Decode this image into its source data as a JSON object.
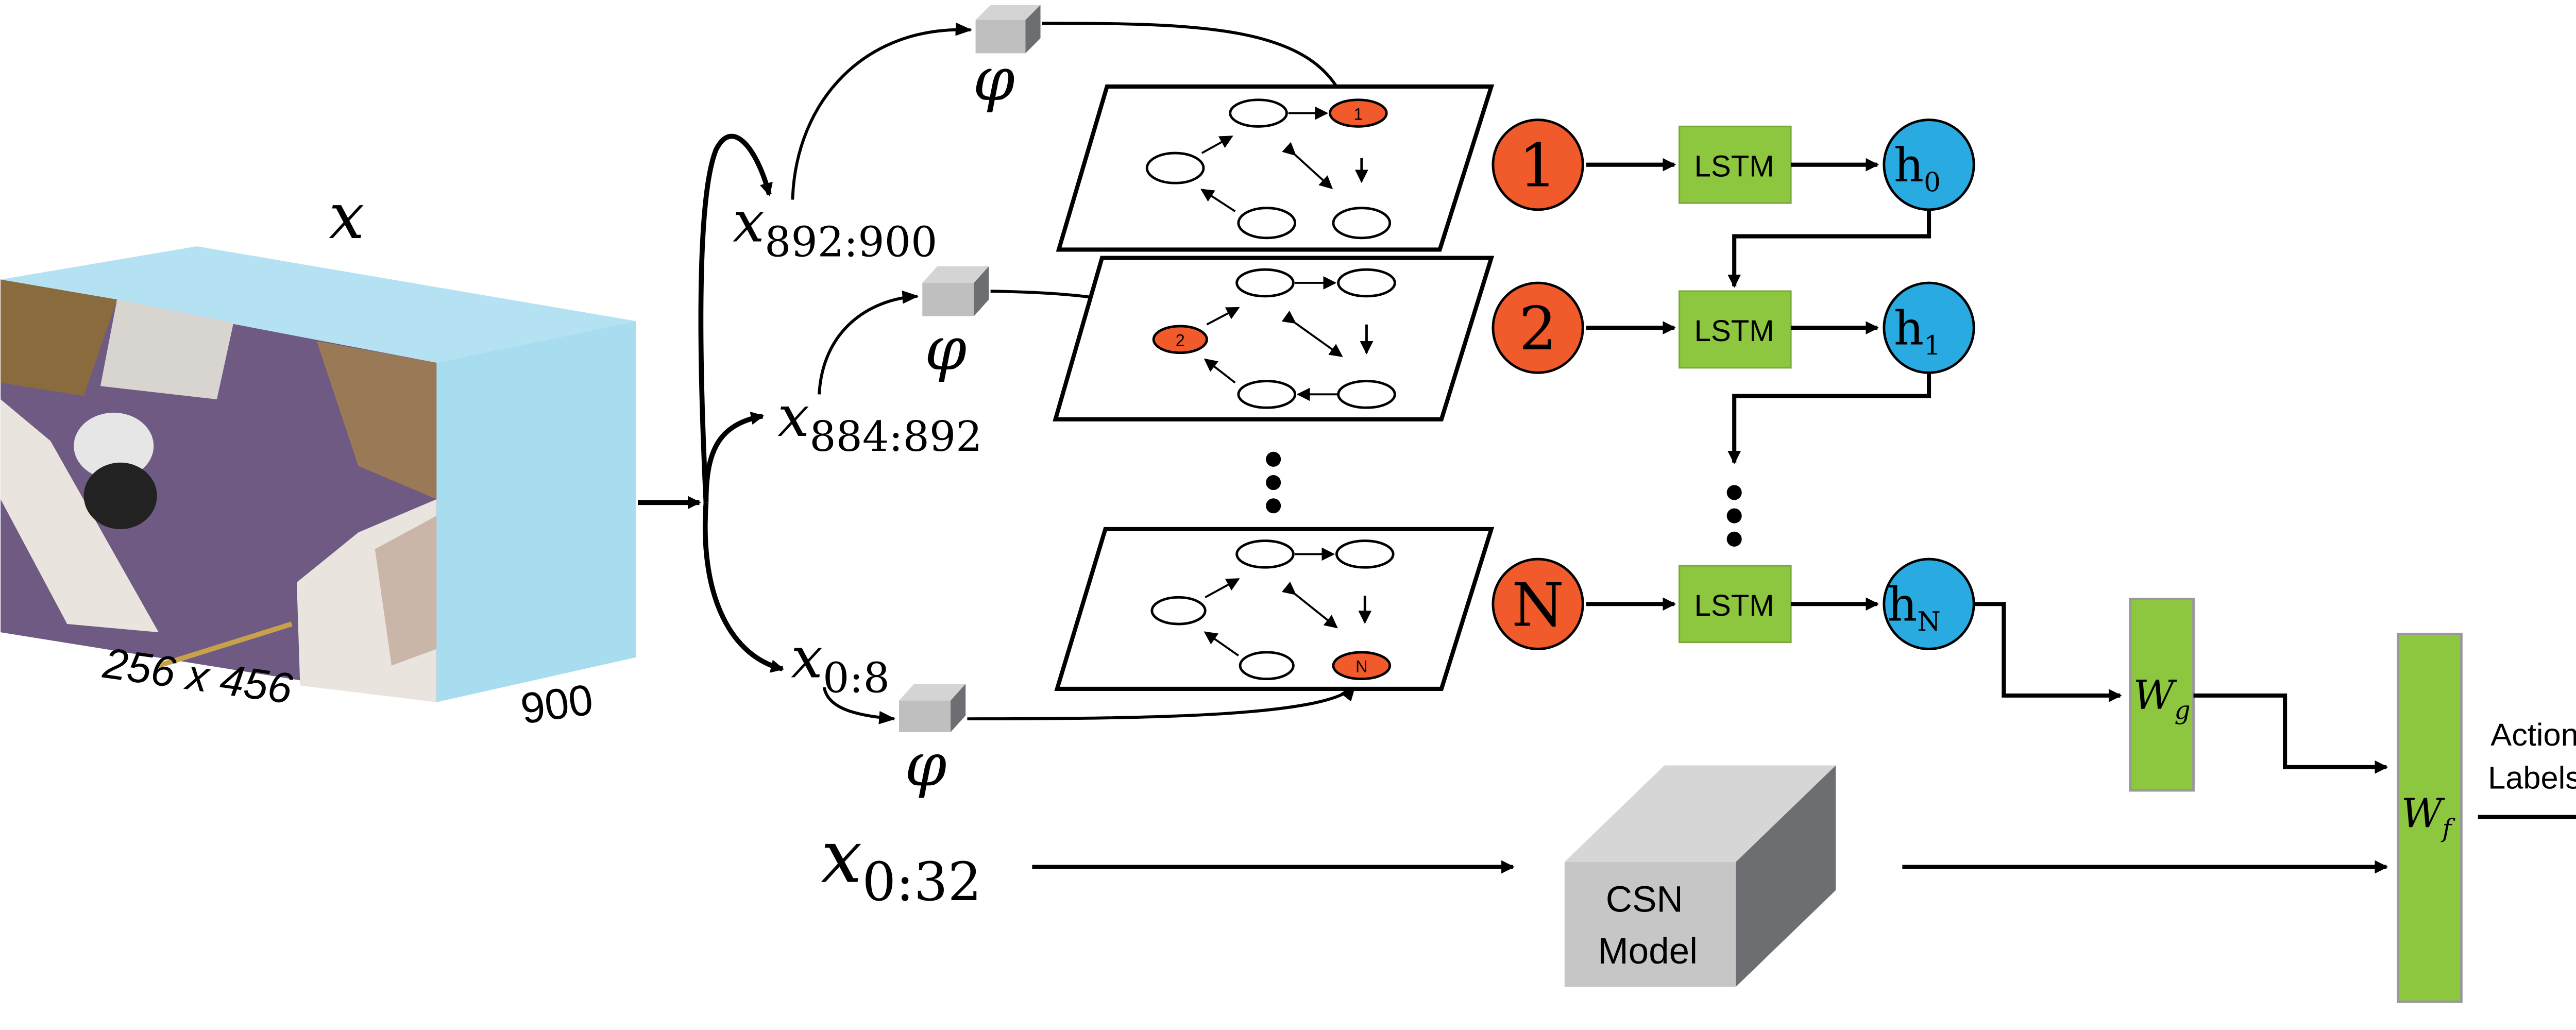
{
  "input": {
    "symbol": "x",
    "frame_size": "256 x 456",
    "frame_count": "900"
  },
  "clips": [
    {
      "label": "x892:900",
      "base": "x",
      "subscript": "892:900"
    },
    {
      "label": "x884:892",
      "base": "x",
      "subscript": "884:892"
    },
    {
      "label": "x0:8",
      "base": "x",
      "subscript": "0:8"
    }
  ],
  "phi_symbol": "φ",
  "graph_markers": [
    "1",
    "2",
    "N"
  ],
  "sequence": [
    {
      "index_label": "1",
      "lstm_label": "LSTM",
      "hidden": {
        "base": "h",
        "sub": "0"
      }
    },
    {
      "index_label": "2",
      "lstm_label": "LSTM",
      "hidden": {
        "base": "h",
        "sub": "1"
      }
    },
    {
      "index_label": "N",
      "lstm_label": "LSTM",
      "hidden": {
        "base": "h",
        "sub": "N"
      }
    }
  ],
  "global_clip": {
    "label": "x0:32",
    "base": "x",
    "subscript": "0:32"
  },
  "csn": {
    "line1": "CSN",
    "line2": "Model"
  },
  "weights": {
    "g": {
      "base": "W",
      "sub": "g"
    },
    "f": {
      "base": "W",
      "sub": "f"
    }
  },
  "output": {
    "line1": "Action",
    "line2": "Labels"
  },
  "colors": {
    "orange": "#f15a2b",
    "green": "#8dc63f",
    "blue": "#29abe2",
    "cube_face": "#c6c6c6",
    "cube_side": "#6d6e71",
    "video_block": "#b5e2f3",
    "floor": "#6e5a82"
  }
}
